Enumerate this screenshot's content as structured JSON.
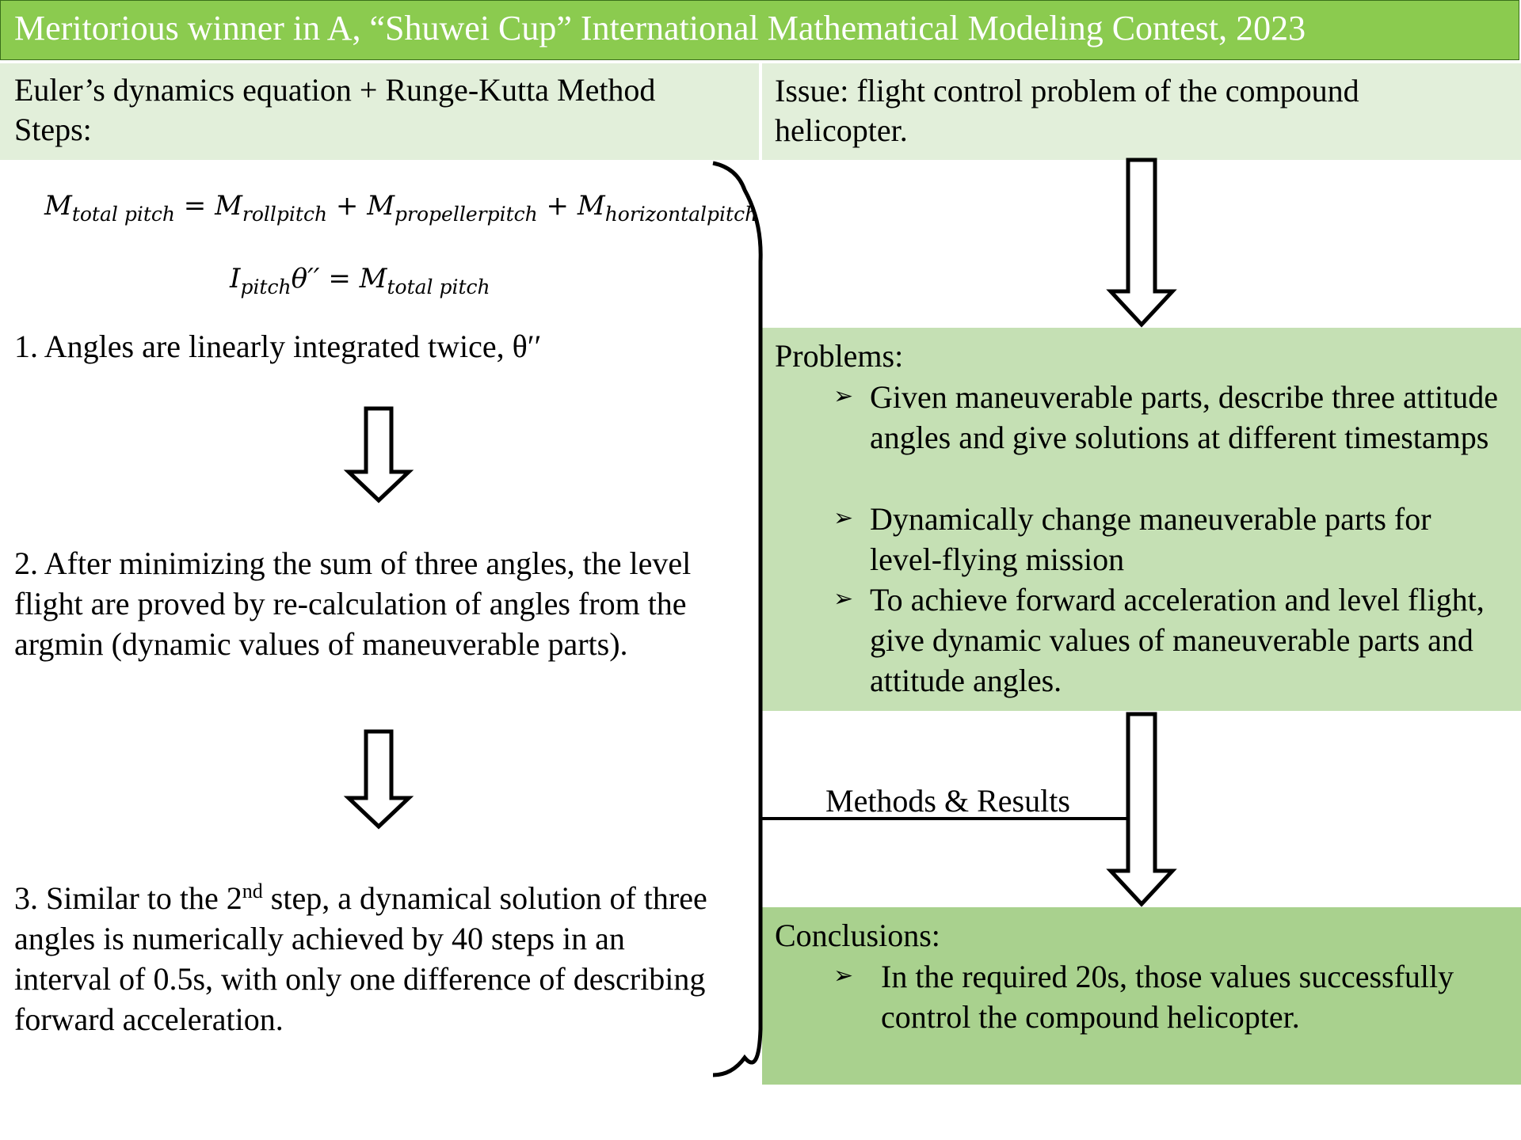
{
  "title": "Meritorious winner in A, “Shuwei Cup” International Mathematical Modeling Contest, 2023",
  "left_header": {
    "line1": "Euler’s dynamics equation + Runge-Kutta Method",
    "line2": "Steps:"
  },
  "right_header": "Issue: flight control problem of the compound helicopter.",
  "equations": {
    "eq1": {
      "lhs": "M",
      "lhs_sub": "total pitch",
      "eq": "=",
      "t1": "M",
      "t1_sub": "rollpitch",
      "plus1": "+",
      "t2": "M",
      "t2_sub": "propellerpitch",
      "plus2": "+",
      "t3": "M",
      "t3_sub": "horizontalpitch"
    },
    "eq2": {
      "lhs": "I",
      "lhs_sub": "pitch",
      "theta": "θ′′",
      "eq": "=",
      "rhs": "M",
      "rhs_sub": "total pitch"
    }
  },
  "steps": {
    "step1": "1. Angles are linearly integrated twice, θ′′",
    "step2": "2. After minimizing the sum of three angles, the level flight are proved by  re-calculation of angles from the argmin (dynamic values of maneuverable parts).",
    "step3_a": "3. Similar to the 2",
    "step3_sup": "nd",
    "step3_b": " step, a dynamical solution of three angles is numerically achieved by 40 steps in an interval of 0.5s, with only one difference of describing forward acceleration."
  },
  "problems": {
    "title": "Problems:",
    "bullet_mark": "➢",
    "items": [
      "Given maneuverable parts, describe three attitude angles and give solutions at different timestamps",
      "Dynamically change maneuverable parts for level-flying mission",
      "To achieve forward acceleration and level flight, give dynamic values of maneuverable parts and attitude angles."
    ]
  },
  "methods_label": "Methods & Results",
  "conclusions": {
    "title": "Conclusions:",
    "bullet_mark": "➢",
    "item": "In the required 20s, those values successfully control the compound helicopter."
  },
  "colors": {
    "title_bg": "#8bcb4f",
    "header_bg": "#e2efda",
    "problems_bg": "#c5e0b4",
    "conclusions_bg": "#a9d18e"
  }
}
